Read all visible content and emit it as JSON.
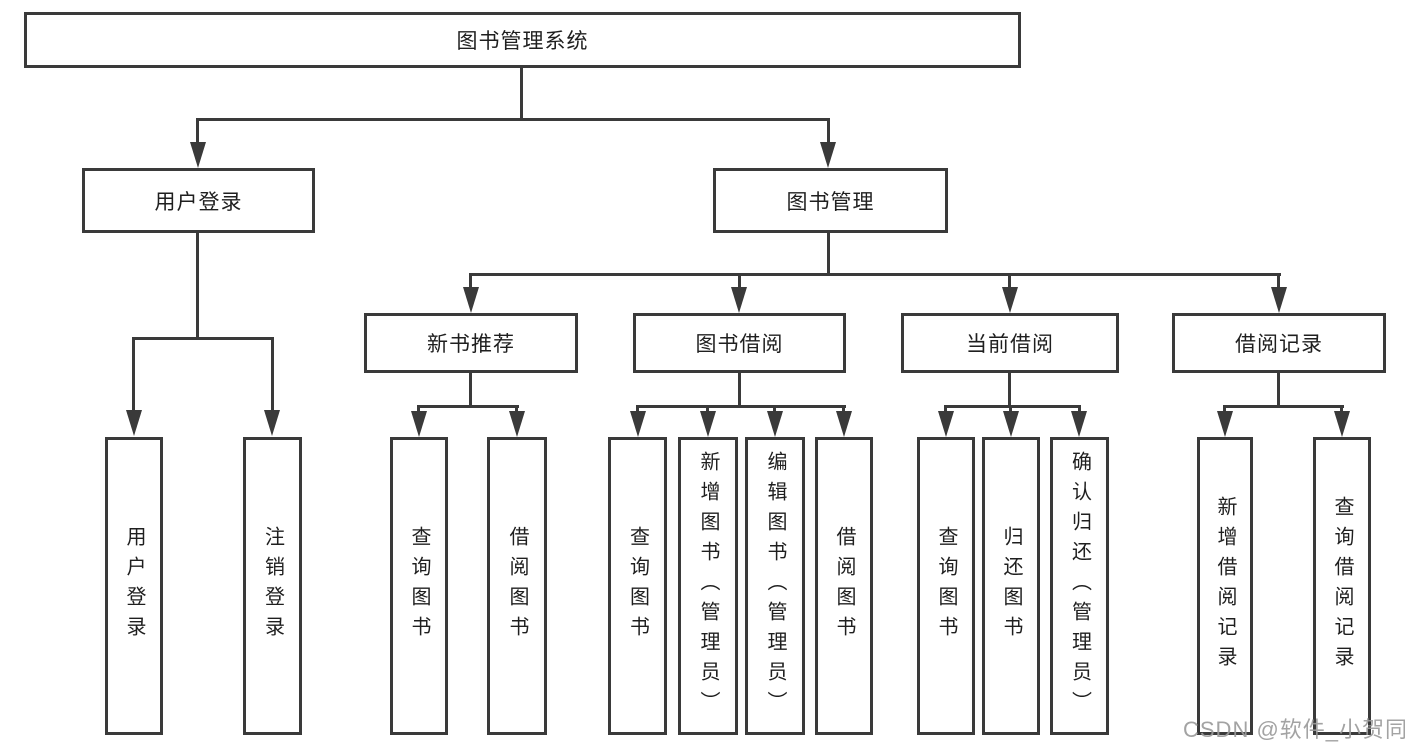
{
  "nodes": {
    "root": "图书管理系统",
    "user_login": "用户登录",
    "book_mgmt": "图书管理",
    "new_book_rec": "新书推荐",
    "book_borrow": "图书借阅",
    "current_borrow": "当前借阅",
    "borrow_record": "借阅记录",
    "ul_login": "用户登录",
    "ul_logout": "注销登录",
    "nr_query": "查询图书",
    "nr_borrow": "借阅图书",
    "bb_query": "查询图书",
    "bb_add": "新增图书（管理员）",
    "bb_edit": "编辑图书（管理员）",
    "bb_borrow": "借阅图书",
    "cb_query": "查询图书",
    "cb_return": "归还图书",
    "cb_confirm": "确认归还（管理员）",
    "br_add": "新增借阅记录",
    "br_query": "查询借阅记录"
  },
  "watermark": "CSDN @软件_小贺同学",
  "colors": {
    "line": "#3a3a3a",
    "text": "#1f1f1f",
    "box_background": "#ffffff",
    "watermark": "#9b9b9b"
  }
}
